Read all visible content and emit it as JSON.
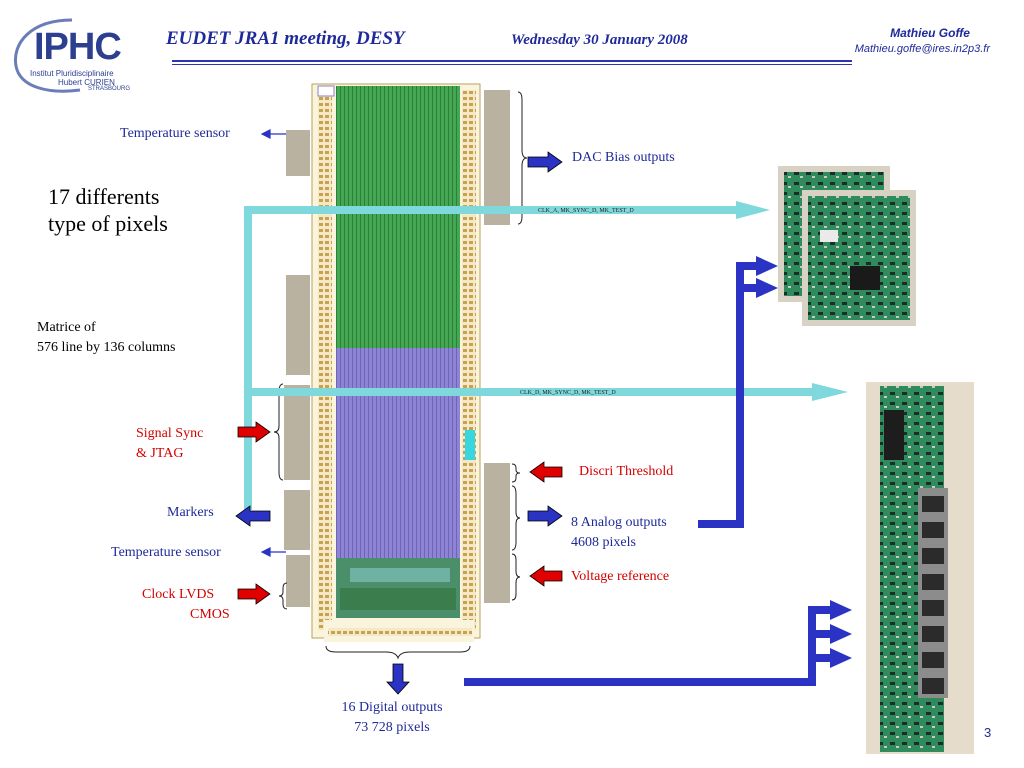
{
  "header": {
    "logo_text": "IPHC",
    "logo_sub1": "Institut Pluridisciplinaire",
    "logo_sub2": "Hubert CURIEN",
    "logo_sub3": "STRASBOURG",
    "title": "EUDET JRA1 meeting, DESY",
    "date": "Wednesday 30 January 2008",
    "author": "Mathieu Goffe",
    "email": "Mathieu.goffe@ires.in2p3.fr"
  },
  "left_labels": {
    "temp_sensor_top": "Temperature sensor",
    "pixel_types_line1": "17 differents",
    "pixel_types_line2": "type of pixels",
    "matrice_line1": "Matrice of",
    "matrice_line2": "576 line by 136 columns",
    "signal_sync_line1": "Signal Sync",
    "signal_sync_line2": "& JTAG",
    "markers": "Markers",
    "temp_sensor_bottom": "Temperature sensor",
    "clock_line1": "Clock LVDS",
    "clock_line2": "CMOS"
  },
  "right_labels": {
    "dac_bias": "DAC Bias outputs",
    "clk_top": "CLK_A, MK_SYNC_D, MK_TEST_D",
    "clk_bottom": "CLK_D, MK_SYNC_D, MK_TEST_D",
    "discri": "Discri Threshold",
    "analog_line1": "8 Analog outputs",
    "analog_line2": "4608 pixels",
    "voltage_ref": "Voltage reference"
  },
  "bottom_labels": {
    "digital_line1": "16 Digital outputs",
    "digital_line2": "73 728 pixels"
  },
  "page_number": "3",
  "colors": {
    "title_blue": "#1f2a9a",
    "arrow_blue": "#2b33c4",
    "arrow_red": "#e00000",
    "cyan_bus": "#7fd8dc",
    "chip_green": "#3fa34d",
    "chip_purple": "#8a7fd0"
  }
}
